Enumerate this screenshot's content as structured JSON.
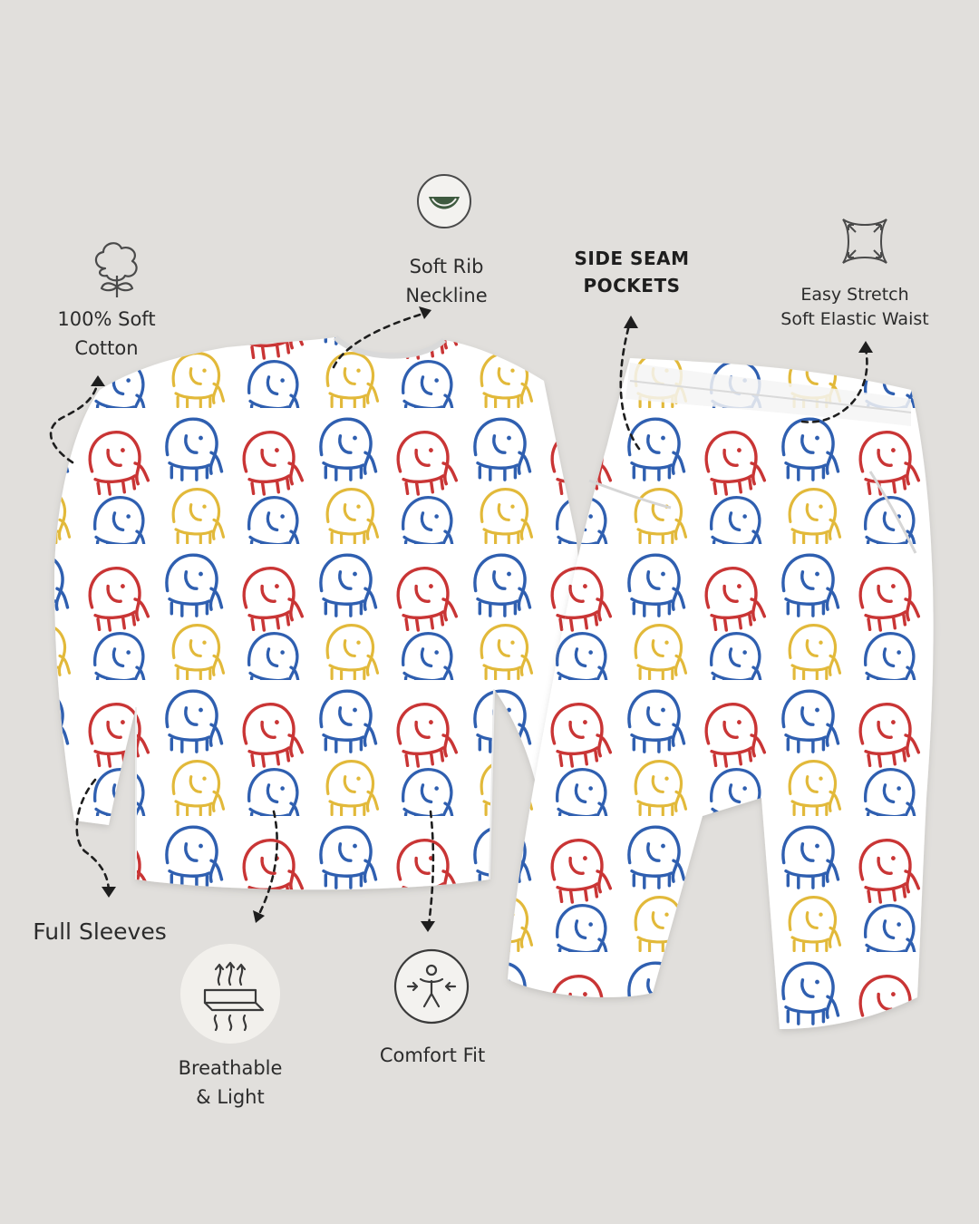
{
  "features": {
    "cotton": {
      "line1": "100% Soft",
      "line2": "Cotton",
      "icon": "cotton-icon"
    },
    "neckline": {
      "line1": "Soft Rib",
      "line2": "Neckline",
      "icon": "neckline-icon"
    },
    "pockets": {
      "line1": "SIDE SEAM",
      "line2": "POCKETS"
    },
    "waist": {
      "line1": "Easy Stretch",
      "line2": "Soft Elastic Waist",
      "icon": "stretch-icon"
    },
    "sleeves": {
      "label": "Full Sleeves"
    },
    "breathable": {
      "line1": "Breathable",
      "line2": "& Light",
      "icon": "breathable-icon"
    },
    "comfort": {
      "label": "Comfort Fit",
      "icon": "comfort-fit-icon"
    }
  },
  "colors": {
    "background": "#e1dfdc",
    "elephant_blue": "#2f5fb0",
    "elephant_red": "#c93535",
    "elephant_yellow": "#e2b93a",
    "neckline_green": "#3e5a3f"
  }
}
